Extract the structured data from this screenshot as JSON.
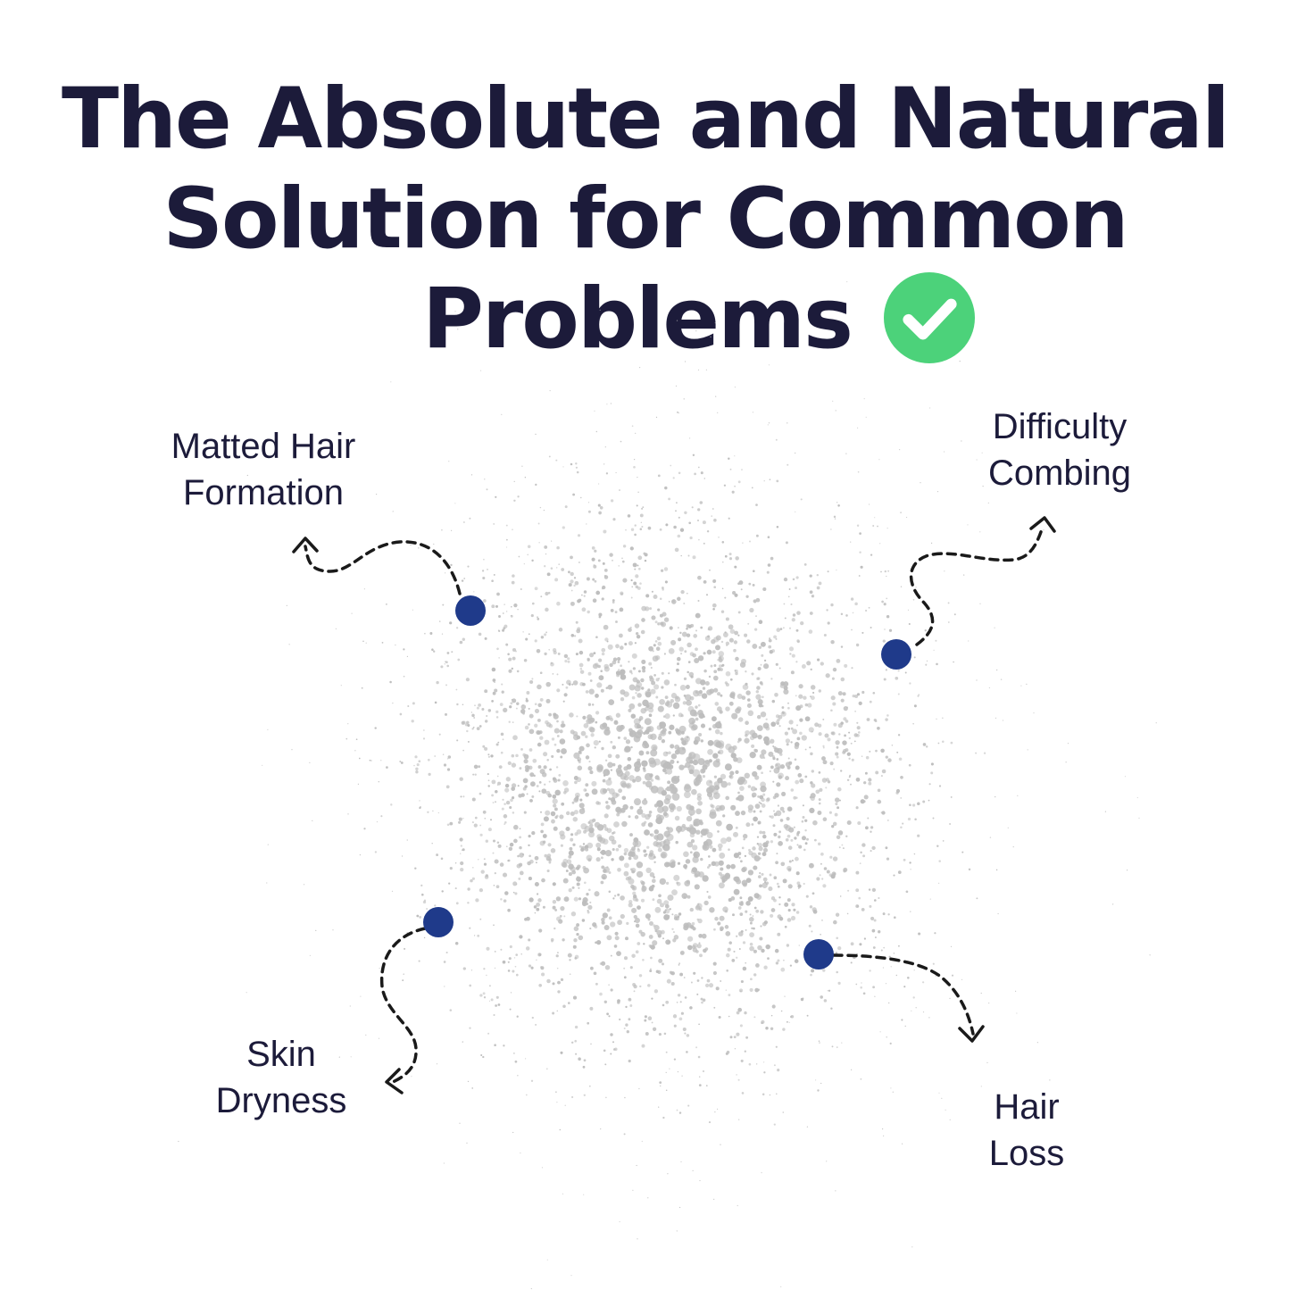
{
  "headline": {
    "line1": "The Absolute and Natural",
    "line2": "Solution for Common",
    "line3": "Problems"
  },
  "callouts": {
    "matted": {
      "line1": "Matted Hair",
      "line2": "Formation"
    },
    "combing": {
      "line1": "Difficulty",
      "line2": "Combing"
    },
    "skin": {
      "line1": "Skin",
      "line2": "Dryness"
    },
    "hairloss": {
      "line1": "Hair",
      "line2": "Loss"
    }
  },
  "colors": {
    "text": "#1c1b3a",
    "dot": "#1f3a8a",
    "check": "#4cd27a",
    "powder": "#bdbdbd"
  },
  "icons": {
    "check": "check-circle-icon",
    "dot": "marker-dot-icon",
    "arrow": "dashed-arrow-icon"
  }
}
